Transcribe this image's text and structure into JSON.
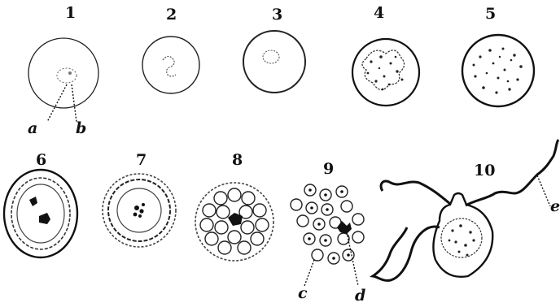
{
  "figure": {
    "stage_numbers": [
      "1",
      "2",
      "3",
      "4",
      "5",
      "6",
      "7",
      "8",
      "9",
      "10"
    ],
    "pointer_letters": [
      "a",
      "b",
      "c",
      "d",
      "e"
    ]
  }
}
